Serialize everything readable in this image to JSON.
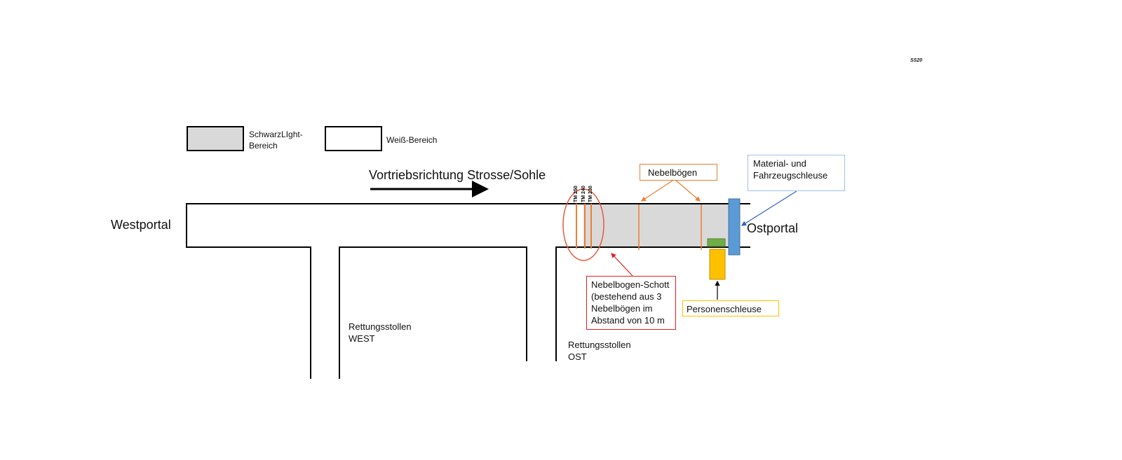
{
  "page_code": "SS20",
  "legend": [
    {
      "label_line1": "SchwarzLIght-",
      "label_line2": "Bereich",
      "fill": "#d9d9d9"
    },
    {
      "label": "Weiß-Bereich",
      "fill": "#ffffff"
    }
  ],
  "direction_label": "Vortriebsrichtung Strosse/Sohle",
  "portals": {
    "west": "Westportal",
    "east": "Ostportal"
  },
  "tm_markers": [
    "TM 250",
    "TM 240",
    "TM 230"
  ],
  "callouts": {
    "nebelboegen": "Nebelbögen",
    "schleuse_line1": "Material- und",
    "schleuse_line2": "Fahrzeugschleuse",
    "schott_line1": "Nebelbogen-Schott",
    "schott_line2": "(bestehend aus 3",
    "schott_line3": "Nebelbögen im",
    "schott_line4": "Abstand von 10 m",
    "personenschleuse": "Personenschleuse"
  },
  "rescue_tunnels": {
    "west_line1": "Rettungsstollen",
    "west_line2": "WEST",
    "east_line1": "Rettungsstollen",
    "east_line2": "OST"
  },
  "colors": {
    "gray_area": "#d9d9d9",
    "orange": "#ed7d31",
    "red": "#e02020",
    "blue_gate": "#5b9bd5",
    "blue_box": "#9dc3e6",
    "green": "#70ad47",
    "yellow": "#ffc000"
  }
}
